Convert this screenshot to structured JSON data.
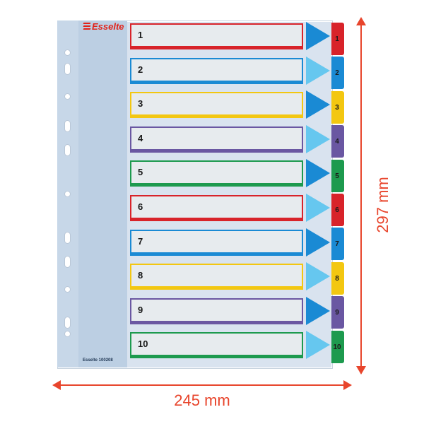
{
  "brand": {
    "name": "Esselte",
    "color": "#e2231a"
  },
  "product_code": "Esselte 100208",
  "dimensions": {
    "width_label": "245 mm",
    "height_label": "297 mm",
    "color": "#e8452c"
  },
  "rows": [
    {
      "label": "1",
      "color": "#d8232a"
    },
    {
      "label": "2",
      "color": "#1a8ad4"
    },
    {
      "label": "3",
      "color": "#f3c711"
    },
    {
      "label": "4",
      "color": "#6a57a2"
    },
    {
      "label": "5",
      "color": "#1d9a4e"
    },
    {
      "label": "6",
      "color": "#d8232a"
    },
    {
      "label": "7",
      "color": "#1a8ad4"
    },
    {
      "label": "8",
      "color": "#f3c711"
    },
    {
      "label": "9",
      "color": "#6a57a2"
    },
    {
      "label": "10",
      "color": "#1d9a4e"
    }
  ],
  "tabs": [
    {
      "label": "1",
      "color": "#d8232a"
    },
    {
      "label": "2",
      "color": "#1a8ad4"
    },
    {
      "label": "3",
      "color": "#f3c711"
    },
    {
      "label": "4",
      "color": "#6a57a2"
    },
    {
      "label": "5",
      "color": "#1d9a4e"
    },
    {
      "label": "6",
      "color": "#d8232a"
    },
    {
      "label": "7",
      "color": "#1a8ad4"
    },
    {
      "label": "8",
      "color": "#f3c711"
    },
    {
      "label": "9",
      "color": "#6a57a2"
    },
    {
      "label": "10",
      "color": "#1d9a4e"
    }
  ],
  "arrow_colors": [
    "#1a8ad4",
    "#66c7ef"
  ]
}
